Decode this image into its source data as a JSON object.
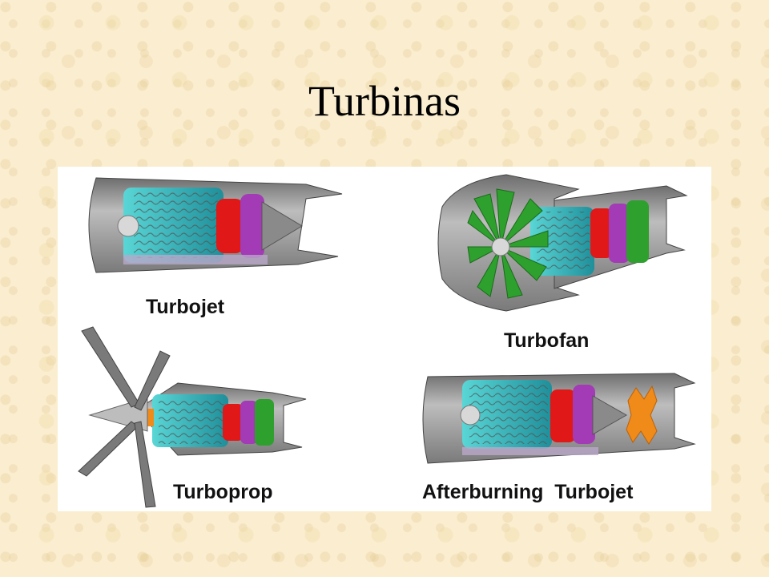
{
  "slide": {
    "title": "Turbinas"
  },
  "engines": [
    {
      "label": "Turbojet"
    },
    {
      "label": "Turbofan"
    },
    {
      "label": "Turboprop"
    },
    {
      "label": "Afterburning  Turbojet"
    }
  ],
  "colors": {
    "casing": "#9a9a9a",
    "compressor": "#2fb8c0",
    "combustor": "#e01818",
    "turbine": "#a23bb5",
    "fan": "#2ea02e",
    "afterburner": "#f08a18",
    "background": "#fbeed0"
  }
}
